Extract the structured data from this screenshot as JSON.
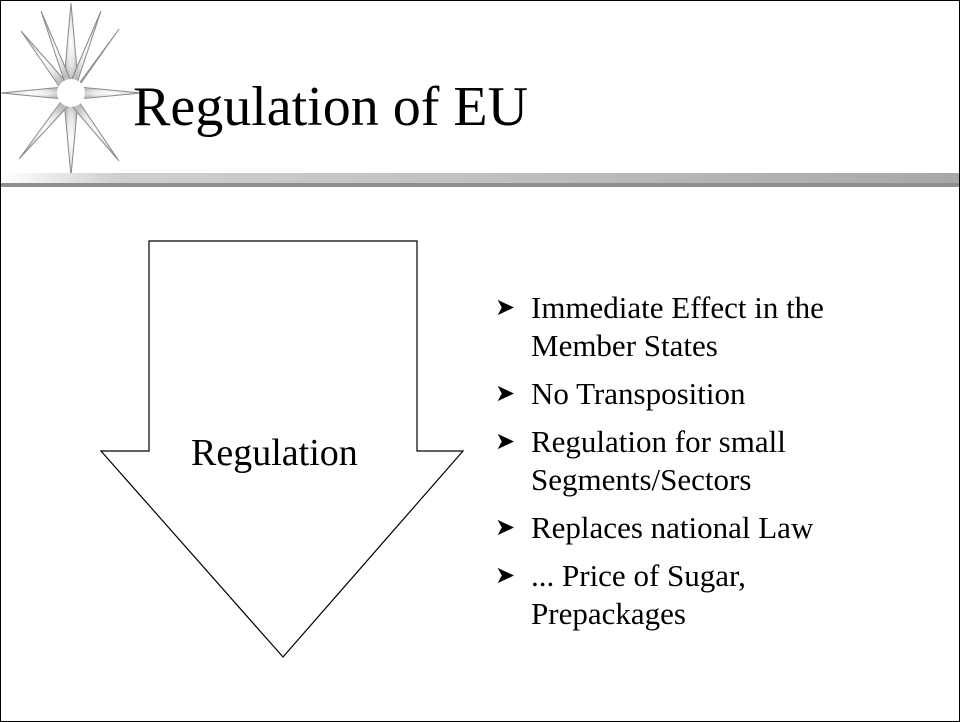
{
  "slide": {
    "title": "Regulation of  EU",
    "arrow_label": "Regulation",
    "bullet_marker": "➤",
    "bullets": [
      {
        "lines": [
          "Immediate Effect in the",
          "Member States"
        ]
      },
      {
        "lines": [
          "No Transposition"
        ]
      },
      {
        "lines": [
          "Regulation for small",
          "Segments/Sectors"
        ]
      },
      {
        "lines": [
          "Replaces national Law"
        ]
      },
      {
        "lines": [
          "... Price of Sugar,",
          "Prepackages"
        ]
      }
    ]
  },
  "colors": {
    "text": "#000000",
    "rule": "#a8a8a8",
    "background": "#ffffff"
  },
  "icons": {
    "title_decoration": "starburst-icon",
    "down_arrow": "down-arrow-shape"
  }
}
